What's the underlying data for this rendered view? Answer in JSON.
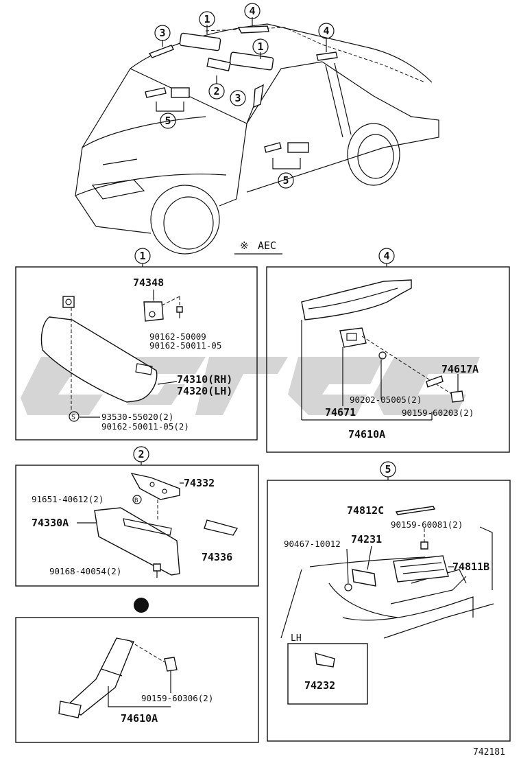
{
  "header": {
    "legend_symbol": "※",
    "legend_text": "AEC"
  },
  "callouts": [
    "1",
    "2",
    "3",
    "4",
    "5"
  ],
  "sections": {
    "s1": {
      "id": "1",
      "parts": [
        "74348",
        "90162-50009",
        "90162-50011-05",
        "74310(RH)",
        "74320(LH)",
        "93530-55020(2)",
        "90162-50011-05(2)"
      ],
      "s_mark": "S"
    },
    "s2": {
      "id": "2",
      "parts": [
        "74332",
        "91651-40612(2)",
        "74330A",
        "74336",
        "90168-40054(2)"
      ],
      "b_mark": "B"
    },
    "s3": {
      "parts": [
        "90159-60306(2)",
        "74610A"
      ]
    },
    "s4": {
      "id": "4",
      "parts": [
        "74617A",
        "90202-05005(2)",
        "74671",
        "90159-60203(2)",
        "74610A"
      ]
    },
    "s5": {
      "id": "5",
      "parts": [
        "74812C",
        "90159-60081(2)",
        "90467-10012",
        "74231",
        "74811B",
        "74232"
      ],
      "lh_label": "LH"
    }
  },
  "footer": {
    "figure_code": "742181"
  }
}
